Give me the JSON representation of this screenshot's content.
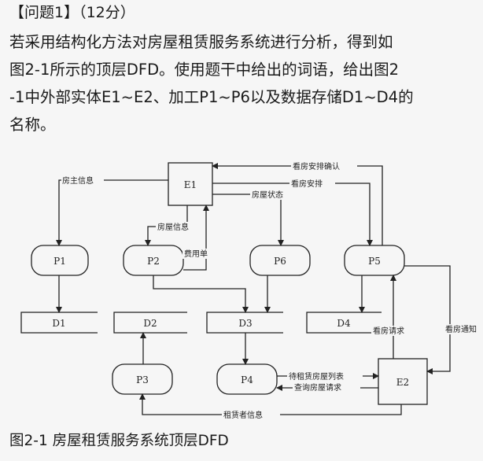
{
  "question": {
    "title": "【问题1】（12分）",
    "lines": [
      "若采用结构化方法对房屋租赁服务系统进行分析，得到如",
      "图2-1所示的顶层DFD。使用题干中给出的词语，给出图2",
      "-1中外部实体E1~E2、加工P1~P6以及数据存储D1~D4的",
      "名称。"
    ]
  },
  "diagram": {
    "entities": {
      "e1": "E1",
      "e2": "E2"
    },
    "processes": {
      "p1": "P1",
      "p2": "P2",
      "p3": "P3",
      "p4": "P4",
      "p5": "P5",
      "p6": "P6"
    },
    "stores": {
      "d1": "D1",
      "d2": "D2",
      "d3": "D3",
      "d4": "D4"
    },
    "flows": {
      "owner_info": "房主信息",
      "viewing_confirm": "看房安排确认",
      "viewing_schedule": "看房安排",
      "house_status": "房屋状态",
      "house_info": "房屋信息",
      "fee_bill": "费用单",
      "viewing_request": "看房请求",
      "viewing_notice": "看房通知",
      "rental_list": "待租赁房屋列表",
      "house_query": "查询房屋请求",
      "tenant_info": "租赁者信息"
    }
  },
  "caption": "图2-1 房屋租赁服务系统顶层DFD"
}
